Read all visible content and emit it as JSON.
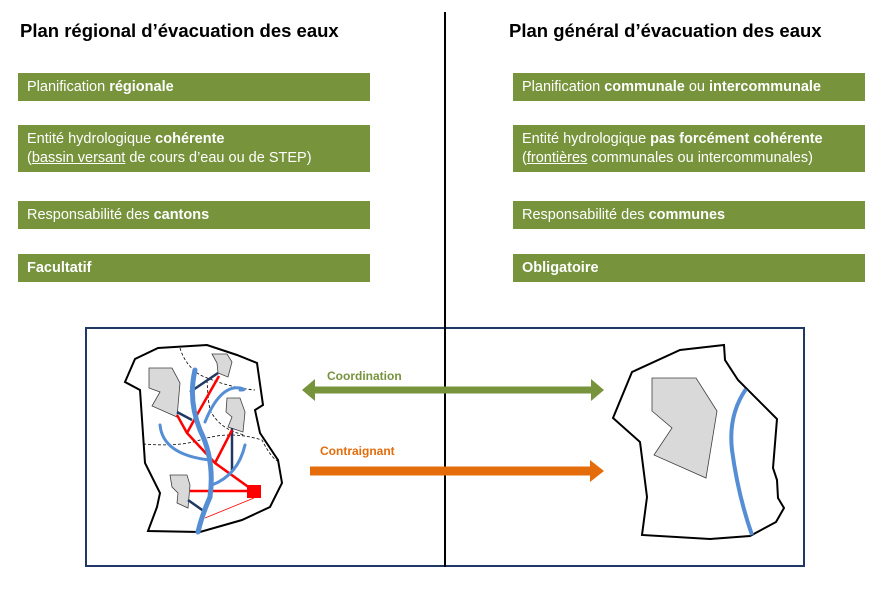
{
  "left": {
    "title": "Plan régional d’évacuation des eaux",
    "boxes": [
      {
        "a": "Planification ",
        "b": "régionale"
      },
      {
        "a": "Entité hydrologique ",
        "b": "cohérente",
        "l2_open": "(",
        "l2_u": "bassin versant",
        "l2_rest": " de cours d’eau ou de STEP)"
      },
      {
        "a": "Responsabilité des ",
        "b": "cantons"
      },
      {
        "b": "Facultatif"
      }
    ]
  },
  "right": {
    "title": "Plan général d’évacuation des eaux",
    "boxes": [
      {
        "a": "Planification ",
        "b": "communale",
        "c": " ou ",
        "d": "intercommunale"
      },
      {
        "a": "Entité hydrologique ",
        "b": "pas forcément cohérente",
        "l2_open": "(",
        "l2_u": "frontières",
        "l2_rest": " communales ou intercommunales)"
      },
      {
        "a": "Responsabilité des ",
        "b": "communes"
      },
      {
        "b": "Obligatoire"
      }
    ]
  },
  "arrows": {
    "coordination": "Coordination",
    "constraining": "Contraignant"
  },
  "colors": {
    "green": "#77933c",
    "orange": "#e46c0a",
    "river": "#558ed5",
    "red": "#ff0000",
    "navy": "#1f3864"
  }
}
